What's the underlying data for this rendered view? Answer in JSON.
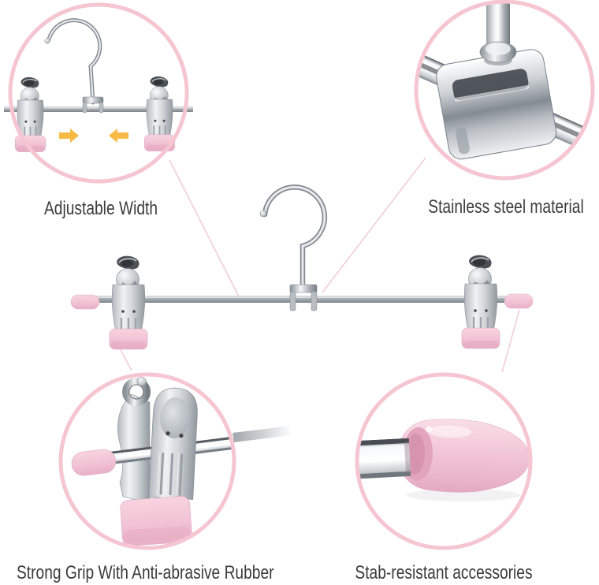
{
  "image_type": "product feature infographic of a stainless steel pants hanger with pink rubber clips",
  "colors": {
    "circle_pink": "#f6c5d2",
    "line_pink": "#f0ced9",
    "pink_rubber": "#f2c2d3",
    "arrow_orange": "#f7ba45",
    "text_color": "#3c3c3c"
  },
  "callouts": {
    "adjustable_width": {
      "label": "Adjustable Width",
      "icons": [
        "arrow-right-icon",
        "arrow-left-icon"
      ],
      "shows": "mini hanger with two sliding clips"
    },
    "stainless_steel": {
      "label": "Stainless steel material",
      "shows": "chrome hook clamp on steel bar"
    },
    "strong_grip": {
      "label": "Strong Grip With  Anti-abrasive Rubber",
      "shows": "close-up of metal clip with pink rubber pad"
    },
    "stab_resistant": {
      "label": "Stab-resistant accessories",
      "shows": "pink rubber end cap on square steel bar"
    }
  }
}
